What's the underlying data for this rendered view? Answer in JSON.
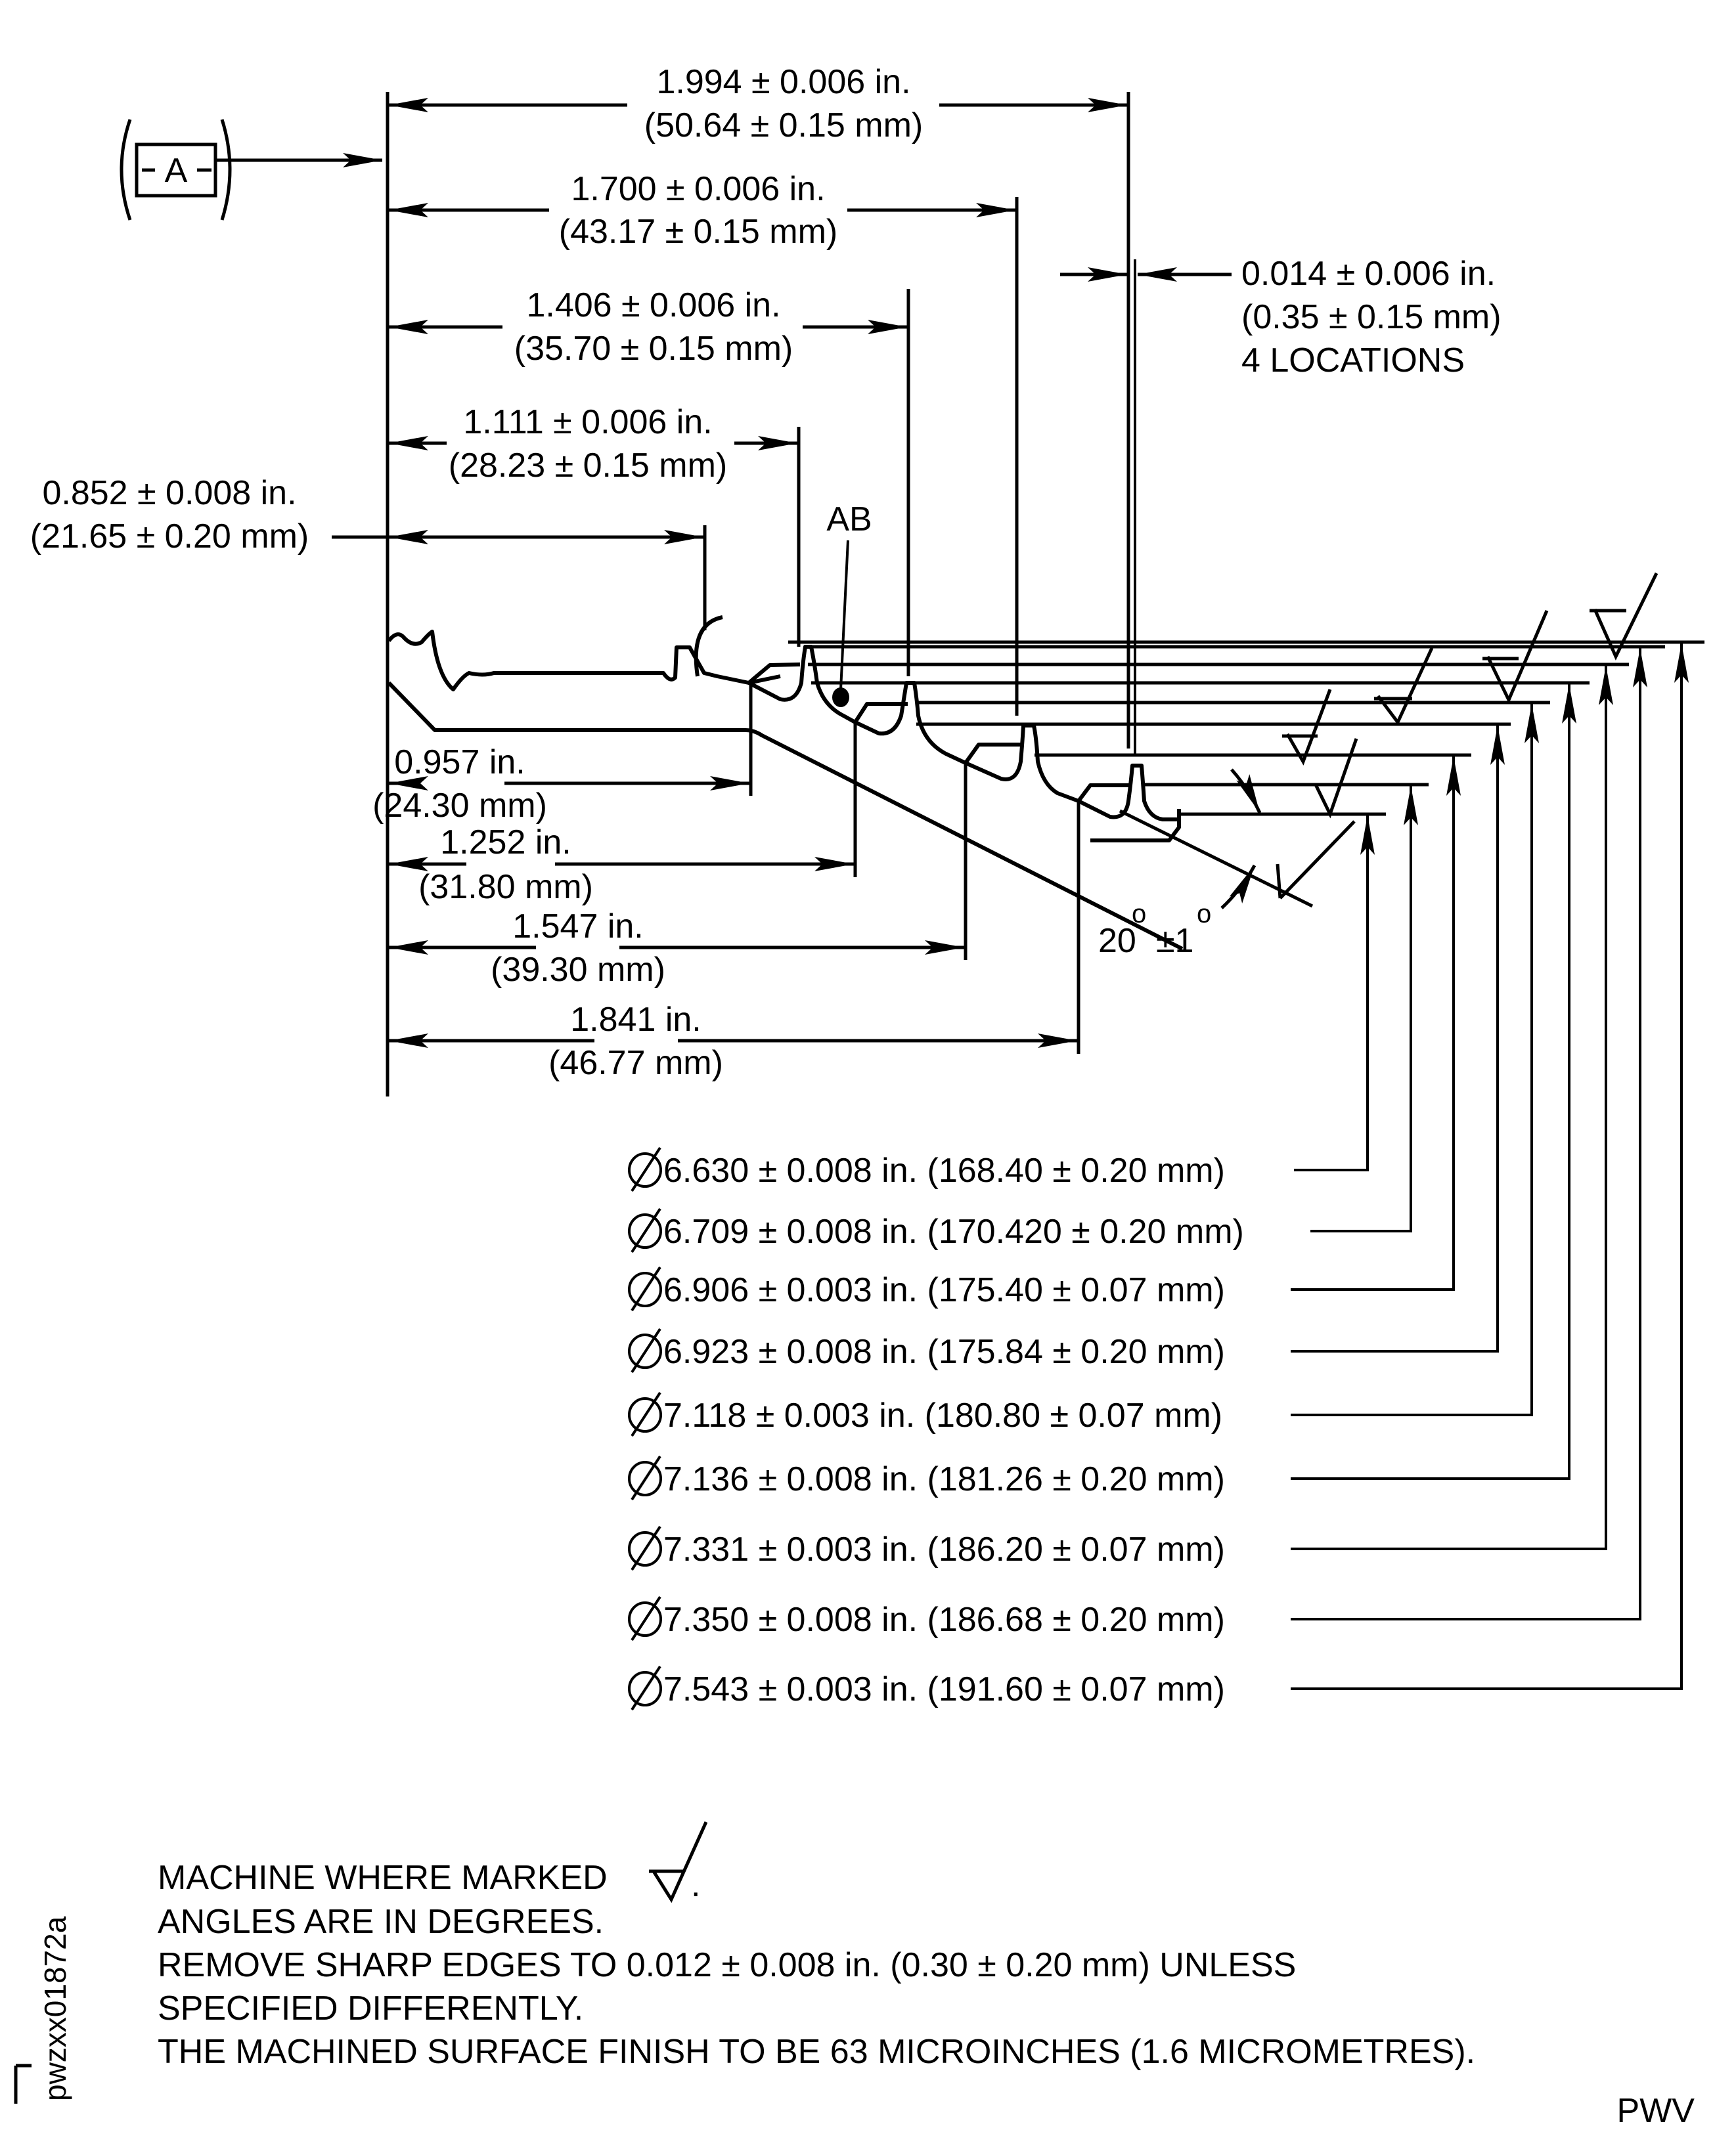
{
  "colors": {
    "ink": "#000000",
    "paper": "#ffffff"
  },
  "datum": {
    "label": "A"
  },
  "horizontal_dimensions_top": [
    {
      "id": "1994",
      "inch": "1.994 ± 0.006 in.",
      "mm": "(50.64 ± 0.15 mm)"
    },
    {
      "id": "1700",
      "inch": "1.700 ± 0.006 in.",
      "mm": "(43.17 ± 0.15 mm)"
    },
    {
      "id": "1406",
      "inch": "1.406 ± 0.006 in.",
      "mm": "(35.70 ± 0.15 mm)"
    },
    {
      "id": "1111",
      "inch": "1.111 ± 0.006 in.",
      "mm": "(28.23 ± 0.15 mm)"
    },
    {
      "id": "0852",
      "inch": "0.852 ± 0.008 in.",
      "mm": "(21.65 ± 0.20 mm)"
    }
  ],
  "thickness_callout": {
    "inch": "0.014 ± 0.006 in.",
    "mm": "(0.35 ± 0.15 mm)",
    "qty": "4 LOCATIONS"
  },
  "feature_label": "AB",
  "horizontal_dimensions_bottom": [
    {
      "id": "0957",
      "inch": "0.957 in.",
      "mm": "(24.30 mm)"
    },
    {
      "id": "1252",
      "inch": "1.252 in.",
      "mm": "(31.80 mm)"
    },
    {
      "id": "1547",
      "inch": "1.547 in.",
      "mm": "(39.30 mm)"
    },
    {
      "id": "1841",
      "inch": "1.841 in.",
      "mm": "(46.77 mm)"
    }
  ],
  "angle": {
    "value": "20",
    "tolerance": "±1",
    "degree_symbol": "o"
  },
  "diameters": [
    {
      "symbol": "diameter",
      "text": "6.630 ± 0.008 in. (168.40 ± 0.20 mm)"
    },
    {
      "symbol": "diameter",
      "text": "6.709 ± 0.008 in. (170.420 ± 0.20 mm)"
    },
    {
      "symbol": "diameter",
      "text": "6.906 ± 0.003 in. (175.40 ± 0.07 mm)"
    },
    {
      "symbol": "diameter",
      "text": "6.923 ± 0.008 in. (175.84 ± 0.20 mm)"
    },
    {
      "symbol": "diameter",
      "text": "7.118 ± 0.003 in. (180.80 ± 0.07 mm)"
    },
    {
      "symbol": "diameter",
      "text": "7.136 ± 0.008 in. (181.26 ± 0.20 mm)"
    },
    {
      "symbol": "diameter",
      "text": "7.331 ± 0.003 in. (186.20 ± 0.07 mm)"
    },
    {
      "symbol": "diameter",
      "text": "7.350 ± 0.008 in. (186.68 ± 0.20 mm)"
    },
    {
      "symbol": "diameter",
      "text": "7.543 ± 0.003 in. (191.60 ± 0.07 mm)"
    }
  ],
  "notes": [
    "MACHINE WHERE MARKED",
    "ANGLES ARE IN DEGREES.",
    "REMOVE SHARP EDGES TO 0.012 ± 0.008 in. (0.30 ± 0.20 mm) UNLESS",
    "SPECIFIED DIFFERENTLY.",
    "THE MACHINED SURFACE FINISH TO BE 63 MICROINCHES (1.6 MICROMETRES)."
  ],
  "note_suffix": ".",
  "figure_id": "pwzxx01872a",
  "source_mark": "PWV"
}
